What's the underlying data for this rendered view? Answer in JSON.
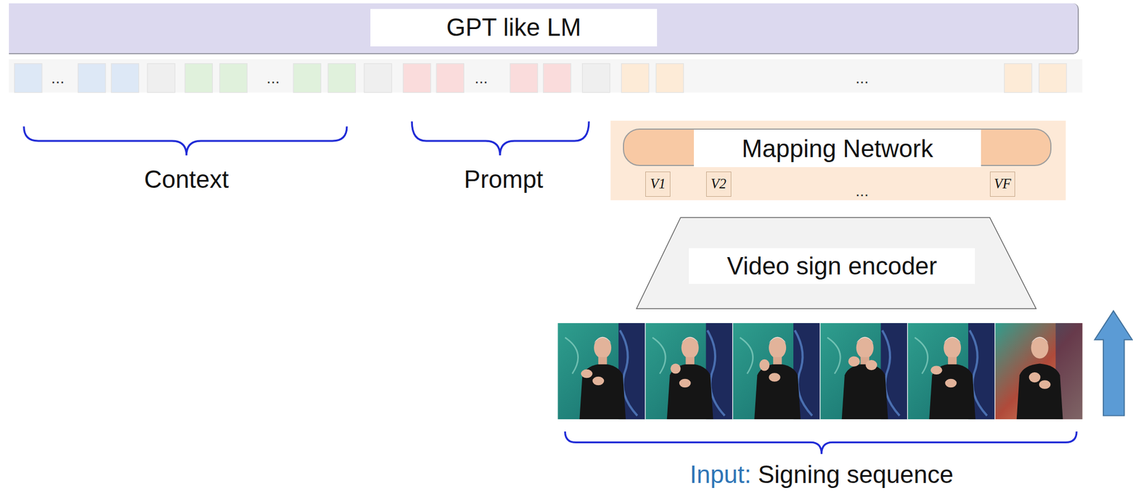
{
  "diagram": {
    "nodes": [
      {
        "text": [
          "GPT like LM"
        ]
      },
      {
        "text": [
          "Mapping Network"
        ]
      },
      {
        "text": [
          "V1"
        ]
      },
      {
        "text": [
          "V2"
        ]
      },
      {
        "text": [
          "VF"
        ]
      },
      {
        "text": [
          "Video sign encoder"
        ]
      }
    ],
    "labels": [
      "...",
      "...",
      "...",
      "...",
      "Context",
      "Prompt",
      "...",
      "Input:",
      "Signing sequence"
    ]
  }
}
